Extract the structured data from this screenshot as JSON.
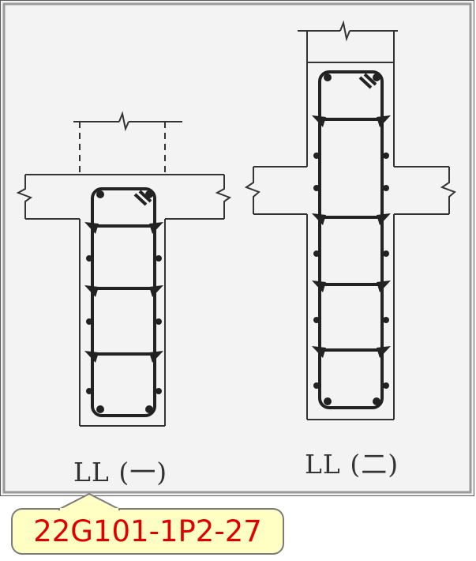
{
  "figure": {
    "caption_left": "LL (一)",
    "caption_right": "LL (二)"
  },
  "callout": {
    "ref_code": "22G101-1P2-27",
    "background": "#ffffc4",
    "text_color": "#e00000"
  }
}
